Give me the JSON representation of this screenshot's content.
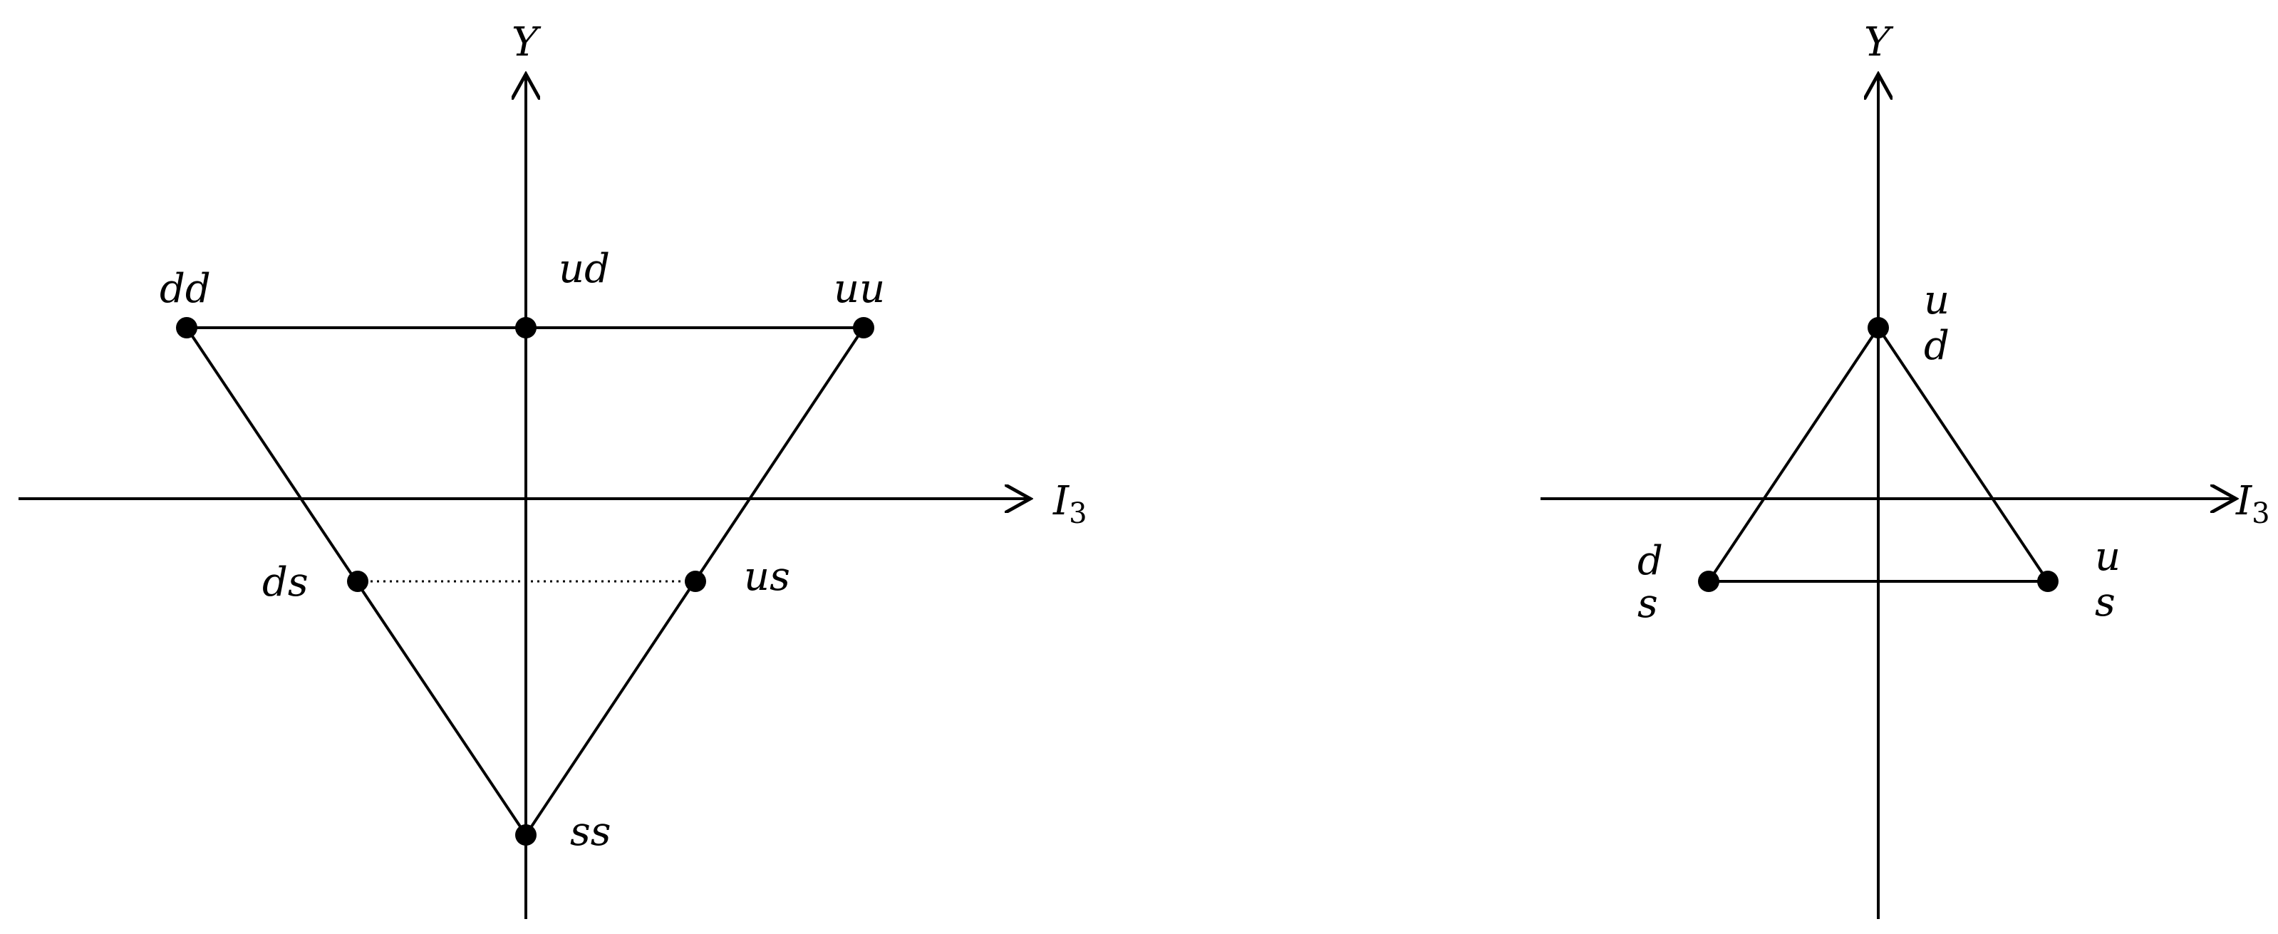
{
  "left_diagram": {
    "axis_y_label": "Y",
    "axis_x_label": "I",
    "axis_x_subscript": "3",
    "points": {
      "dd": "dd",
      "ud": "ud",
      "uu": "uu",
      "ds": "ds",
      "us": "us",
      "ss": "ss"
    }
  },
  "right_diagram": {
    "axis_y_label": "Y",
    "axis_x_label": "I",
    "axis_x_subscript": "3",
    "points": {
      "top_upper": "u",
      "top_lower": "d",
      "left_upper": "d",
      "left_lower": "s",
      "right_upper": "u",
      "right_lower": "s"
    }
  },
  "colors": {
    "ink": "#000000",
    "background": "#ffffff"
  }
}
